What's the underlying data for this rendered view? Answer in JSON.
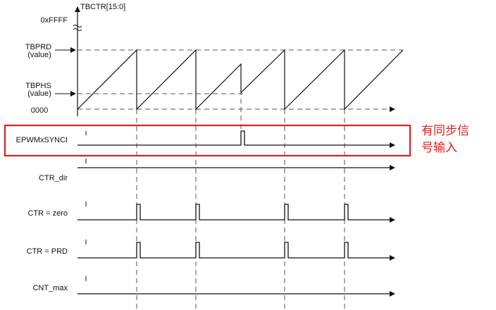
{
  "y_axis": {
    "title": "TBCTR[15:0]",
    "tick_ffff": "0xFFFF",
    "tick_tbprd": [
      "TBPRD",
      "(value)"
    ],
    "tick_tbphs": [
      "TBPHS",
      "(value)"
    ],
    "tick_zero": "0000"
  },
  "signals": {
    "sync": "EPWMxSYNCI",
    "dir": "CTR_dir",
    "zero": "CTR = zero",
    "prd": "CTR = PRD",
    "max": "CNT_max"
  },
  "annotation": [
    "有同步信",
    "号输入"
  ],
  "colors": {
    "highlight": "#e02020",
    "ink": "#111111",
    "guide": "#555555"
  },
  "counter": {
    "period_value": 1.0,
    "phase_value": 0.28,
    "sync_event_index": 2
  }
}
